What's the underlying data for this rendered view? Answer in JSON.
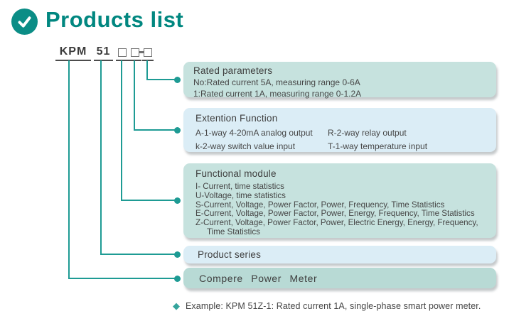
{
  "header": {
    "title": "Products list"
  },
  "model_code": {
    "segments": {
      "series_prefix": "KPM",
      "series_number": "51"
    },
    "separator": "-",
    "placeholder_squares": 3
  },
  "boxes": [
    {
      "title": "Rated parameters",
      "lines": [
        "No:Rated current 5A, measuring range 0-6A",
        "1:Rated current 1A, measuring range 0-1.2A"
      ]
    },
    {
      "title": "Extention Function",
      "cells": [
        "A-1-way 4-20mA analog output",
        "R-2-way relay output",
        "k-2-way switch value input",
        "T-1-way temperature input"
      ]
    },
    {
      "title": "Functional module",
      "lines": [
        "I- Current, time statistics",
        "U-Voltage, time statistics",
        "S-Current, Voltage, Power Factor, Power, Frequency, Time Statistics",
        "E-Current, Voltage, Power Factor, Power, Energy, Frequency, Time Statistics",
        "Z-Current, Voltage, Power Factor, Power, Electric Energy, Energy, Frequency,",
        "Time Statistics"
      ]
    },
    {
      "title": "Product series"
    },
    {
      "title": "Compere Power Meter"
    }
  ],
  "example": {
    "bullet": "◆",
    "text": "Example: KPM 51Z-1: Rated current 1A, single-phase smart power meter."
  },
  "colors": {
    "accent_teal": "#0b8d86",
    "title_teal": "#018780",
    "connector_teal": "#1e9b94",
    "box_teal": "#c6e2de",
    "box_blue": "#dbedf6",
    "box_teal_dark": "#b8dad5"
  }
}
